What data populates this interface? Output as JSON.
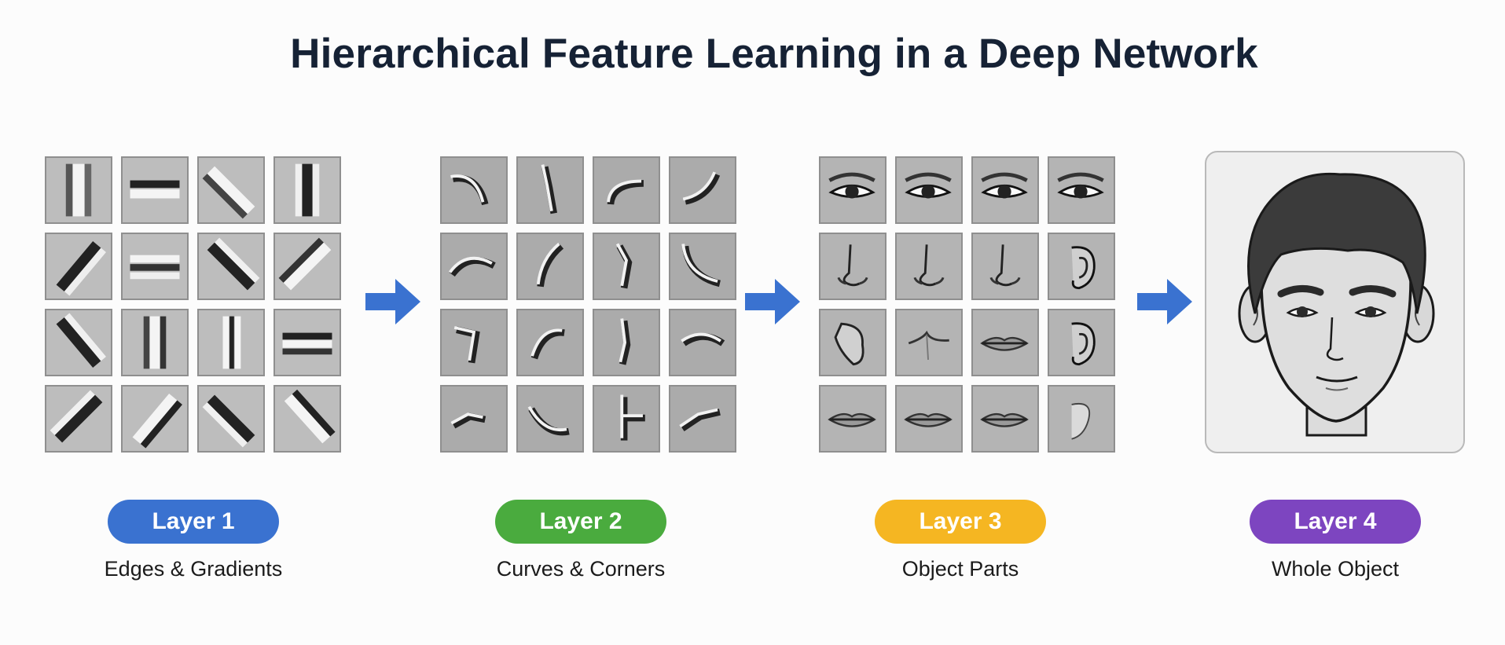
{
  "title": "Hierarchical Feature Learning in a Deep Network",
  "colors": {
    "arrow": "#3a72d0",
    "layer1": "#3a72d0",
    "layer2": "#4aab3e",
    "layer3": "#f5b622",
    "layer4": "#7d45c0"
  },
  "layers": [
    {
      "label": "Layer 1",
      "description": "Edges & Gradients"
    },
    {
      "label": "Layer 2",
      "description": "Curves & Corners"
    },
    {
      "label": "Layer 3",
      "description": "Object Parts"
    },
    {
      "label": "Layer 4",
      "description": "Whole Object"
    }
  ],
  "icons": {
    "layer1_tiles": [
      "vertical-edge",
      "horizontal-edge",
      "diagonal-edge",
      "vertical-edge",
      "diagonal-edge",
      "horizontal-edge",
      "diagonal-edge",
      "diagonal-edge",
      "diagonal-edge",
      "vertical-edge",
      "vertical-edge",
      "horizontal-edge",
      "diagonal-edge",
      "diagonal-edge",
      "diagonal-edge",
      "diagonal-edge"
    ],
    "layer2_tiles": [
      "curve",
      "corner",
      "curve",
      "curve",
      "curve",
      "curve",
      "corner",
      "curve",
      "corner",
      "curve",
      "corner",
      "curve",
      "corner",
      "curve",
      "corner",
      "corner"
    ],
    "layer3_tiles": [
      "eye",
      "eye",
      "eye",
      "eye",
      "nose",
      "nose",
      "nose",
      "ear",
      "cheek",
      "lip-line",
      "lips",
      "ear",
      "lips",
      "lips",
      "lips",
      "ear"
    ],
    "layer4": "face"
  }
}
